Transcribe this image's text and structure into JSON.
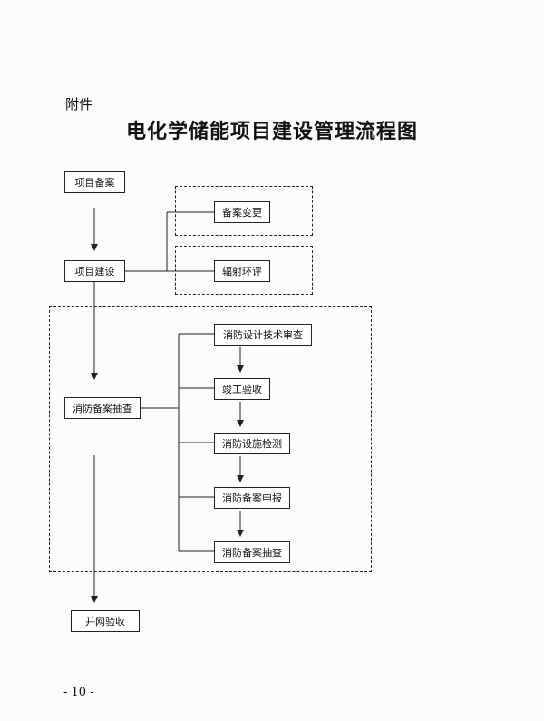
{
  "attachment_label": "附件",
  "title": "电化学储能项目建设管理流程图",
  "nodes": {
    "project_filing": "项目备案",
    "filing_change": "备案变更",
    "project_construction": "项目建设",
    "radiation_eia": "辐射环评",
    "fire_filing_check_main": "消防备案抽查",
    "fire_design_review": "消防设计技术审查",
    "completion_acceptance": "竣工验收",
    "fire_facility_test": "消防设施检测",
    "fire_filing_report": "消防备案申报",
    "fire_filing_check_sub": "消防备案抽查",
    "grid_acceptance": "并网验收"
  },
  "page_number": "- 10 -"
}
